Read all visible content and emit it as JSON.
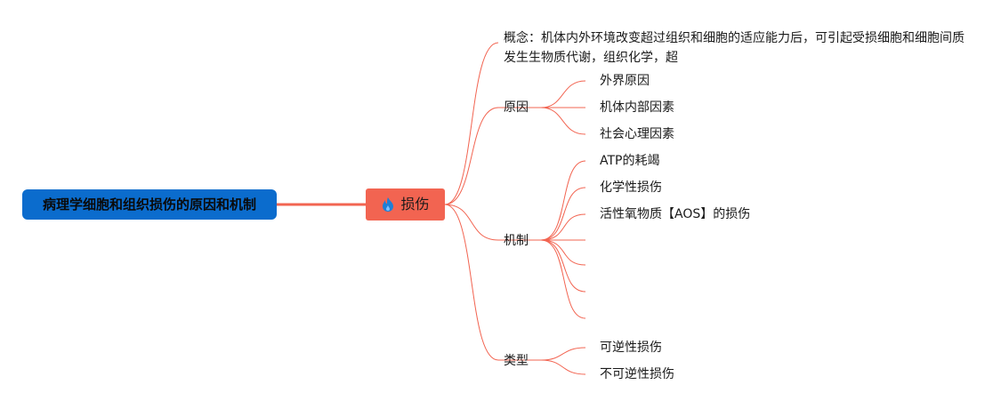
{
  "root": {
    "label": "病理学细胞和组织损伤的原因和机制"
  },
  "center": {
    "label": "损伤",
    "icon": "flame-icon"
  },
  "colors": {
    "root_fill": "#0b6ccd",
    "center_fill": "#f26451",
    "line": "#f26451"
  },
  "concept": {
    "text": "概念：机体内外环境改变超过组织和细胞的适应能力后，可引起受损细胞和细胞间质发生生物质代谢，组织化学，超"
  },
  "cause": {
    "label": "原因",
    "items": [
      "外界原因",
      "机体内部因素",
      "社会心理因素"
    ]
  },
  "mechanism": {
    "label": "机制",
    "items": [
      "ATP的耗竭",
      "化学性损伤",
      "活性氧物质【AOS】的损伤"
    ]
  },
  "type": {
    "label": "类型",
    "items": [
      "可逆性损伤",
      "不可逆性损伤"
    ]
  }
}
